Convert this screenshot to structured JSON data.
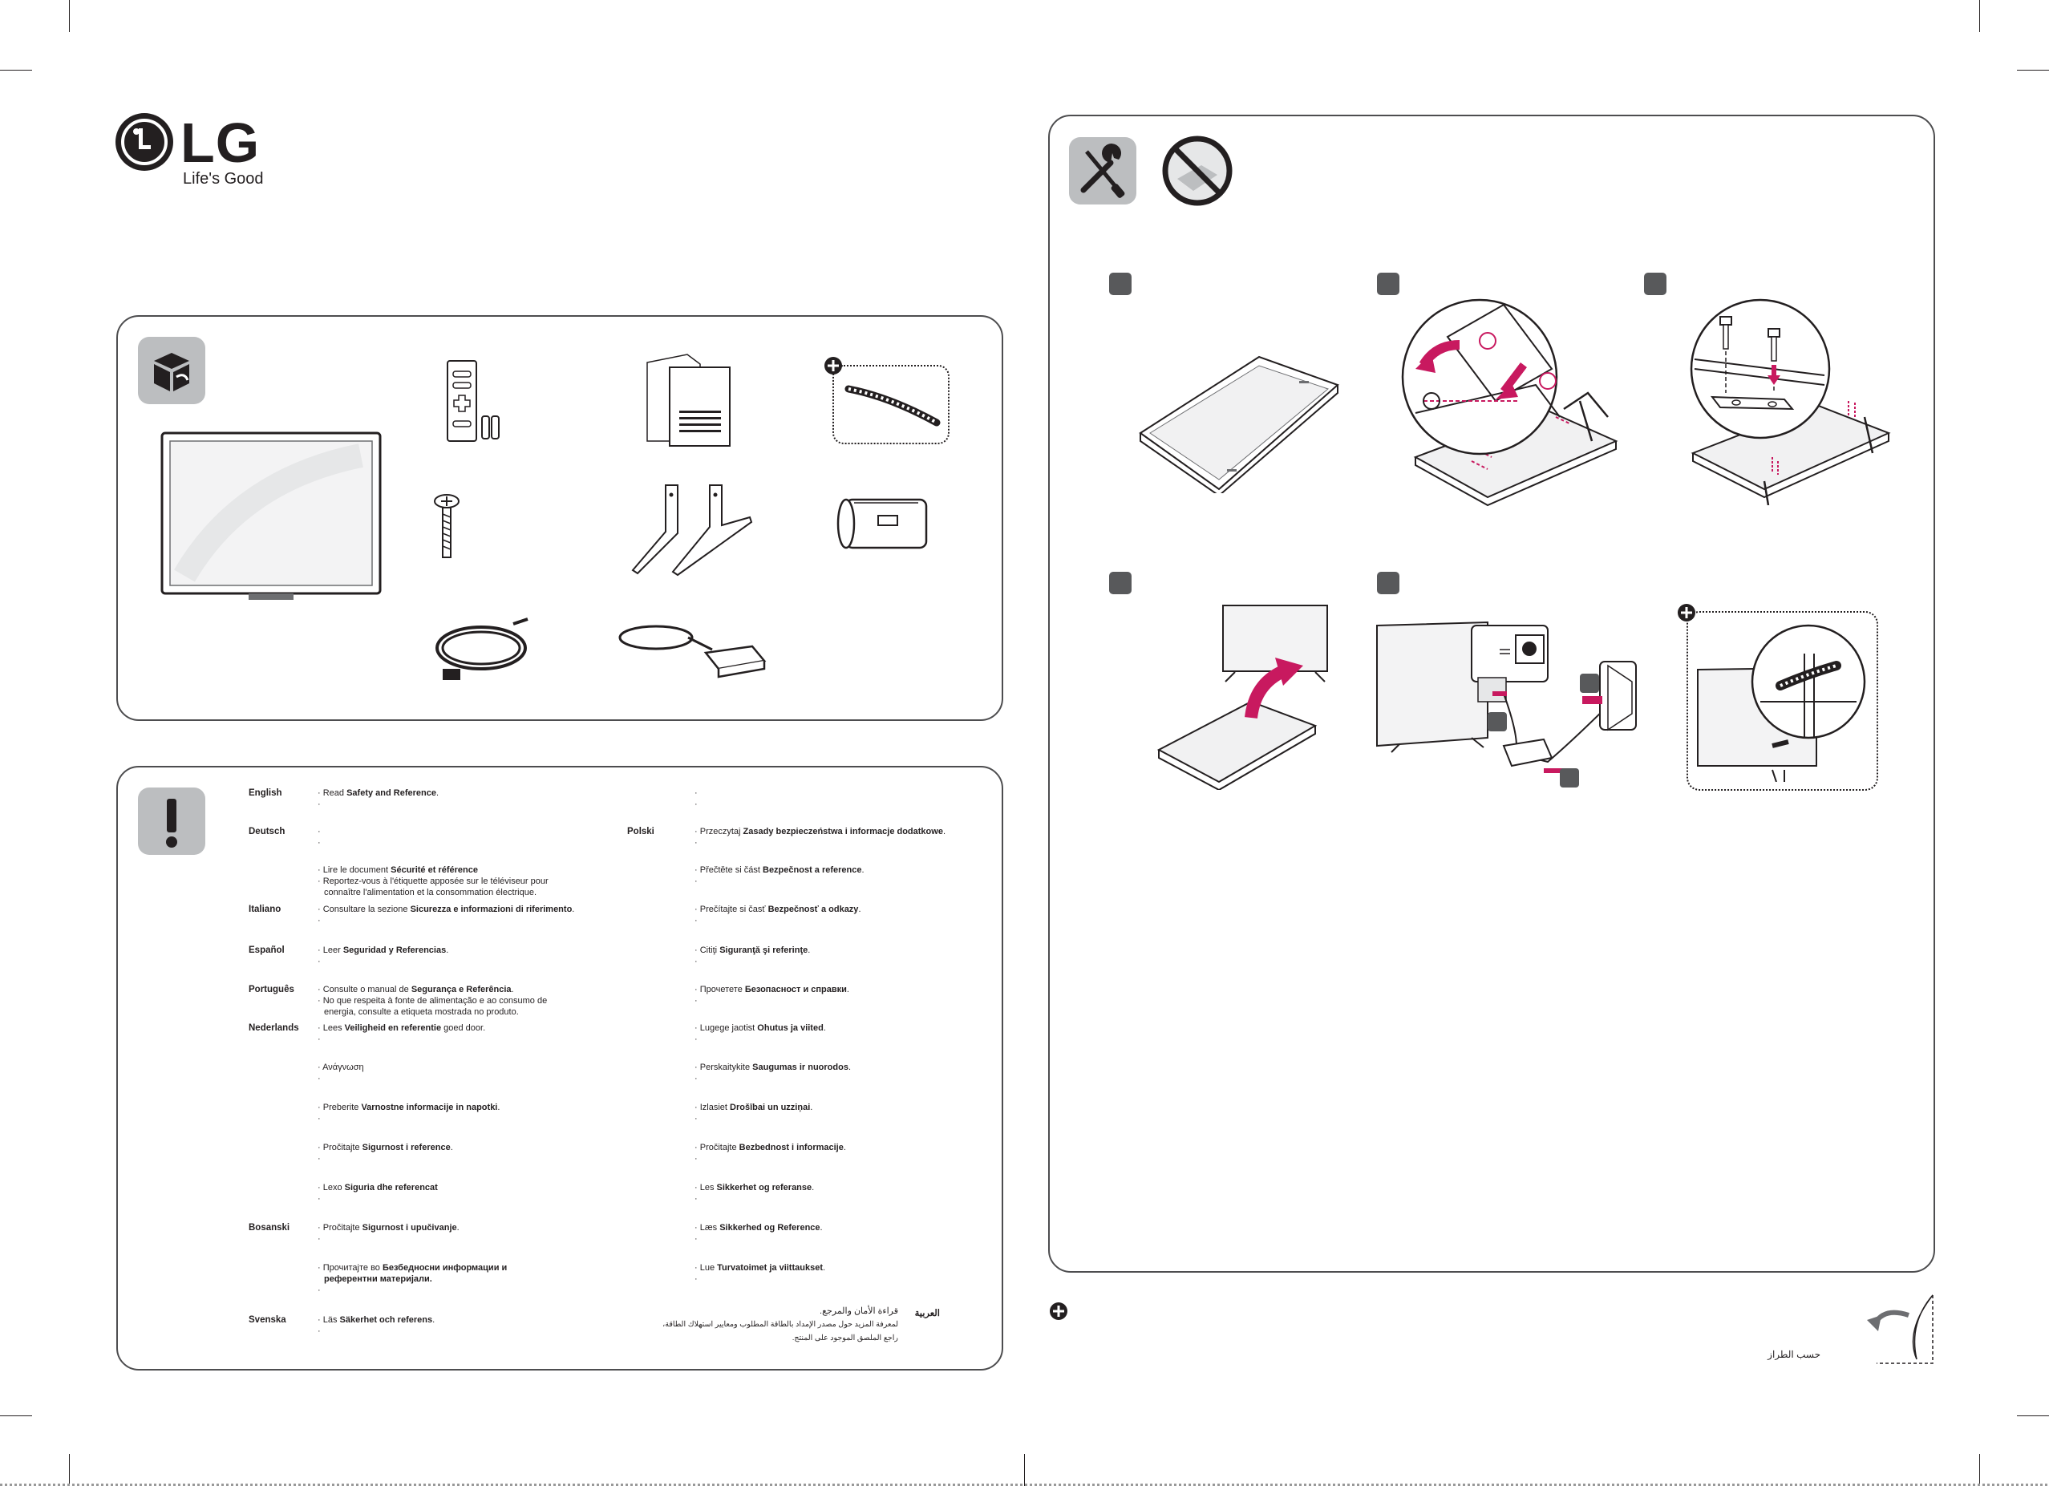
{
  "brand": {
    "logo_text": "LG",
    "tagline": "Life's Good"
  },
  "colors": {
    "accent": "#c8195f",
    "panel_border": "#4d4d4f",
    "icon_gray": "#bcbec0",
    "step_gray": "#58595b"
  },
  "left_safety": {
    "items": [
      {
        "lang": "English",
        "pre": "Read ",
        "bold": "Safety and Reference",
        "post": "."
      },
      {
        "lang": "Deutsch"
      },
      {
        "lang": "",
        "pre": "Lire le document ",
        "bold": "Sécurité et référence",
        "post": "",
        "extra1": "Reportez-vous à l'étiquette apposée sur le téléviseur pour",
        "extra2": "connaître l'alimentation et la consommation électrique."
      },
      {
        "lang": "Italiano",
        "pre": "Consultare la sezione ",
        "bold": "Sicurezza e informazioni di riferimento",
        "post": "."
      },
      {
        "lang": "Español",
        "pre": "Leer ",
        "bold": "Seguridad y Referencias",
        "post": "."
      },
      {
        "lang": "Português",
        "pre": "Consulte o manual de ",
        "bold": "Segurança e Referência",
        "post": ".",
        "extra1": "No que respeita à fonte de alimentação e ao consumo de",
        "extra2": "energia, consulte a etiqueta mostrada no produto."
      },
      {
        "lang": "Nederlands",
        "pre": "Lees ",
        "bold": "Veiligheid en referentie",
        "post": " goed door."
      },
      {
        "lang": "",
        "pre": "Ανάγνωση",
        "bold": "",
        "post": ""
      },
      {
        "lang": "",
        "pre": "Preberite ",
        "bold": "Varnostne informacije in napotki",
        "post": "."
      },
      {
        "lang": "",
        "pre": "Pročitajte ",
        "bold": "Sigurnost i reference",
        "post": "."
      },
      {
        "lang": "",
        "pre": "Lexo ",
        "bold": "Siguria dhe referencat",
        "post": ""
      },
      {
        "lang": "Bosanski",
        "pre": "Pročitajte ",
        "bold": "Sigurnost i upučivanje",
        "post": "."
      },
      {
        "lang": "",
        "pre": "Прочитајте во ",
        "bold": "Безбедносни информации и",
        "post": "",
        "extra1": "референтни материјали."
      },
      {
        "lang": "Svenska",
        "pre": "Läs ",
        "bold": "Säkerhet och referens",
        "post": "."
      }
    ]
  },
  "right_safety": {
    "items": [
      {
        "lang": "",
        "pre": "",
        "bold": "",
        "post": ""
      },
      {
        "lang": "Polski",
        "pre": "Przeczytaj ",
        "bold": "Zasady bezpieczeństwa i informacje dodatkowe",
        "post": "."
      },
      {
        "lang": "",
        "pre": "Přečtěte si část ",
        "bold": "Bezpečnost a reference",
        "post": "."
      },
      {
        "lang": "",
        "pre": "Prečítajte si časť ",
        "bold": "Bezpečnosť a odkazy",
        "post": "."
      },
      {
        "lang": "",
        "pre": "Citiţi ",
        "bold": "Siguranţă şi referinţe",
        "post": "."
      },
      {
        "lang": "",
        "pre": "Прочетете ",
        "bold": "Безопасност и справки",
        "post": "."
      },
      {
        "lang": "",
        "pre": "Lugege jaotist ",
        "bold": "Ohutus ja viited",
        "post": "."
      },
      {
        "lang": "",
        "pre": "Perskaitykite ",
        "bold": "Saugumas ir nuorodos",
        "post": "."
      },
      {
        "lang": "",
        "pre": "Izlasiet ",
        "bold": "Drošībai un uzziņai",
        "post": "."
      },
      {
        "lang": "",
        "pre": "Pročitajte ",
        "bold": "Bezbednost i informacije",
        "post": "."
      },
      {
        "lang": "",
        "pre": "Les ",
        "bold": "Sikkerhet og referanse",
        "post": "."
      },
      {
        "lang": "",
        "pre": "Læs ",
        "bold": "Sikkerhed og Reference",
        "post": "."
      },
      {
        "lang": "",
        "pre": "Lue ",
        "bold": "Turvatoimet ja viittaukset",
        "post": "."
      }
    ],
    "arabic": {
      "lang": "العربية",
      "line1": "قراءة الأمان والمرجع.",
      "line2": "لمعرفة المزيد حول مصدر الإمداد بالطاقة المطلوب ومعايير استهلاك الطاقة،",
      "line3": "راجع الملصق الموجود على المنتج."
    }
  },
  "model_note": "حسب الطراز"
}
